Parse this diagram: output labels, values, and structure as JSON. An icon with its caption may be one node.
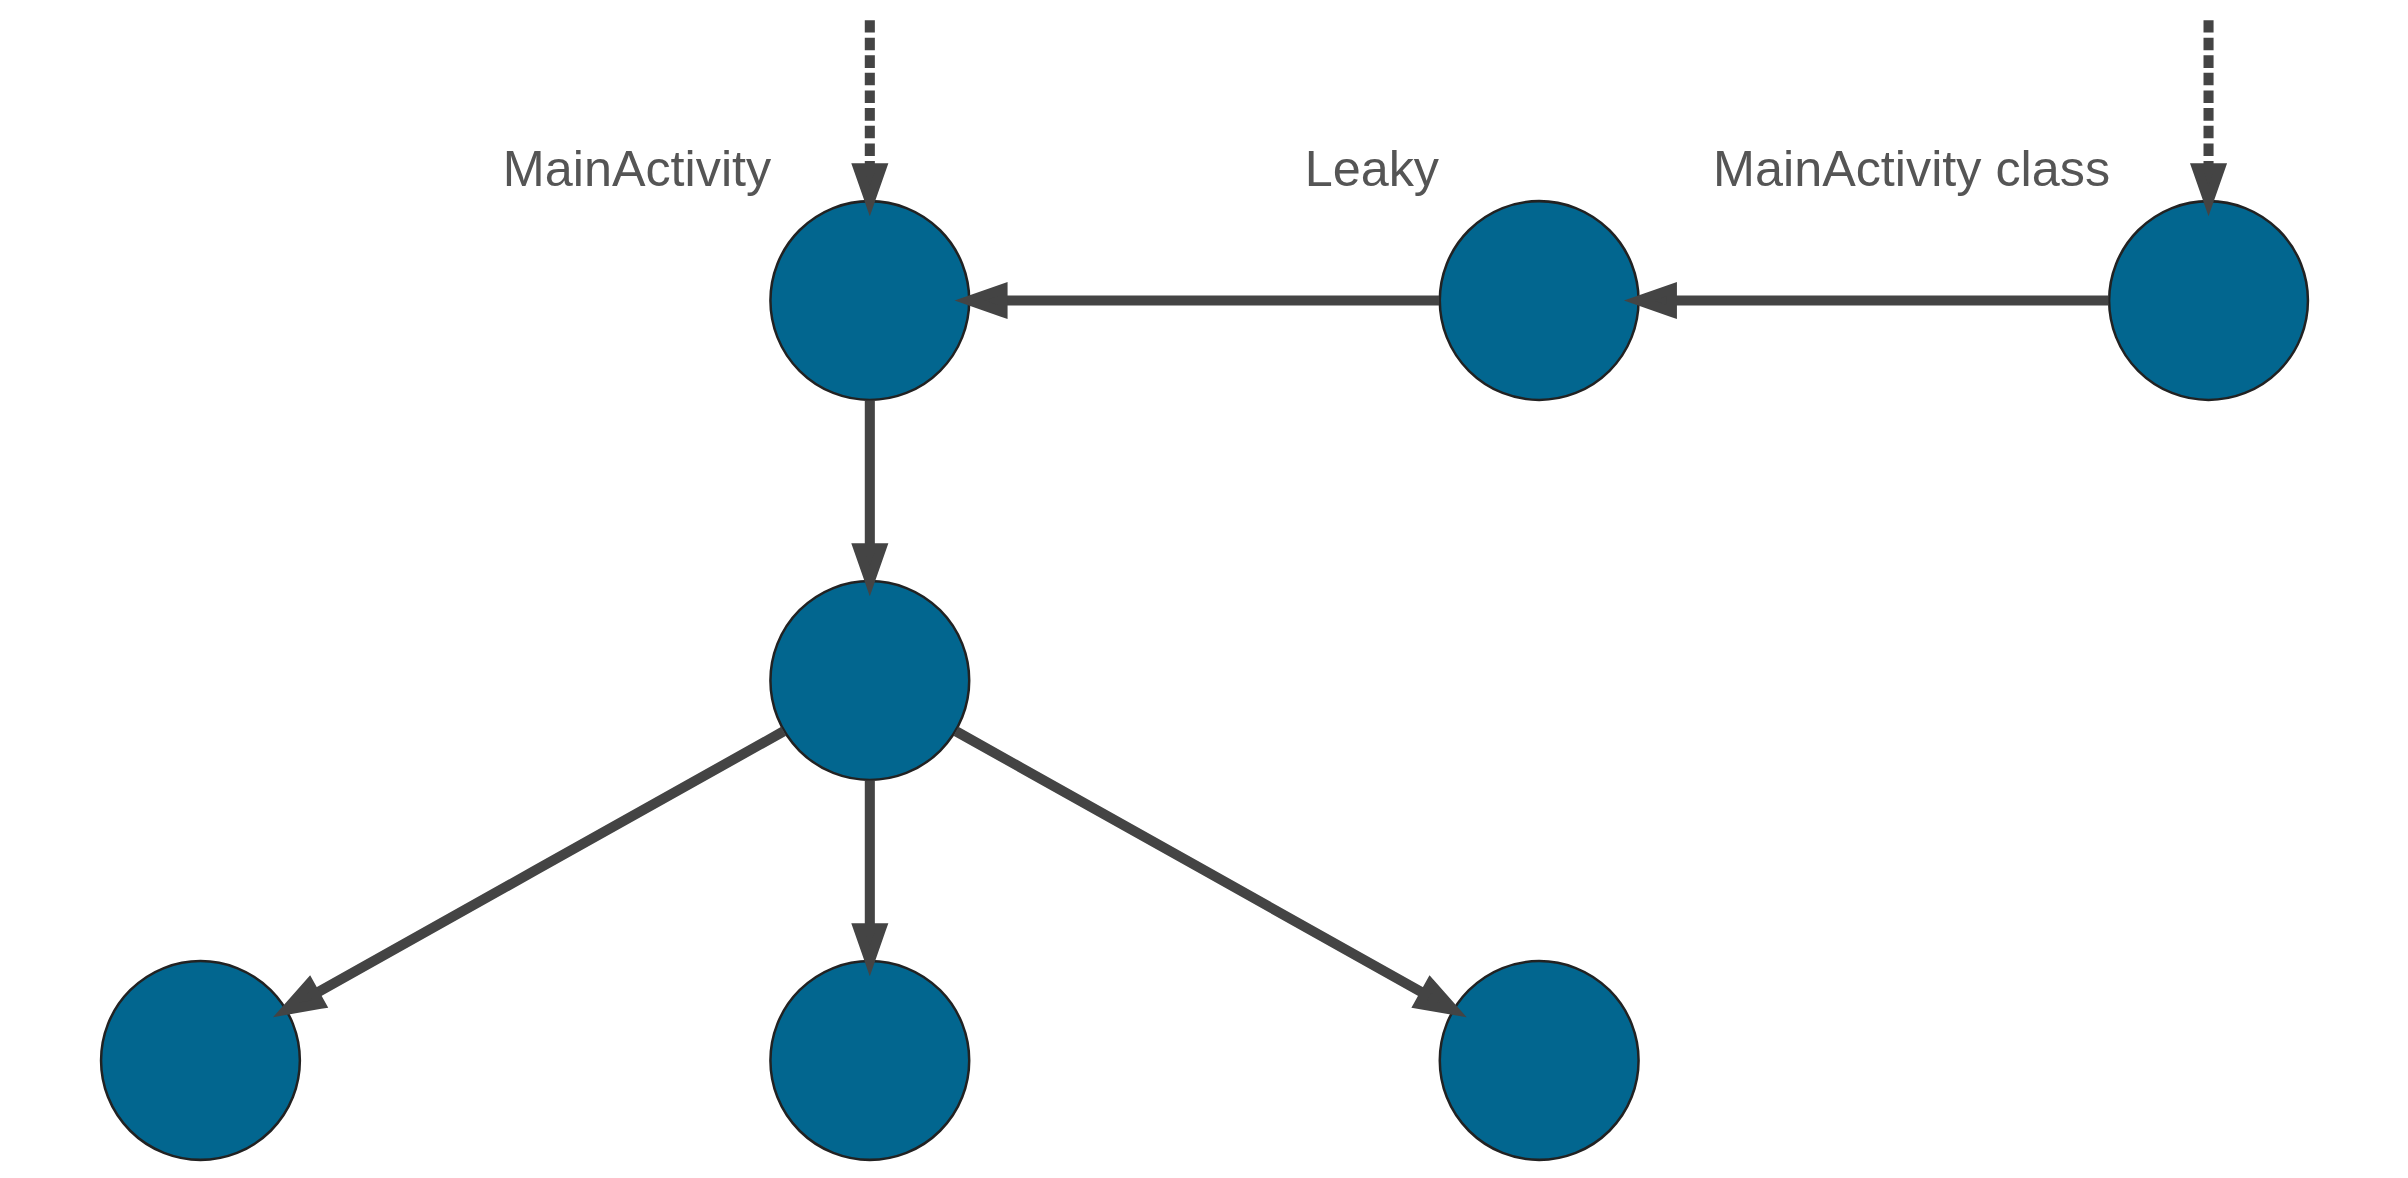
{
  "diagram": {
    "nodes": [
      {
        "text": [],
        "shape": "circle",
        "beside": [
          "MainActivity"
        ]
      },
      {
        "text": [],
        "shape": "circle"
      },
      {
        "text": [],
        "shape": "circle"
      },
      {
        "text": [],
        "shape": "circle"
      },
      {
        "text": [],
        "shape": "circle"
      },
      {
        "text": [],
        "shape": "circle",
        "beside": [
          "Leaky"
        ]
      },
      {
        "text": [],
        "shape": "circle",
        "beside": [
          "MainActivity class"
        ]
      }
    ],
    "edges": [
      {
        "from": null,
        "to": 0,
        "arrow": "to",
        "style": "dashed"
      },
      {
        "from": null,
        "to": 6,
        "arrow": "to",
        "style": "dashed"
      },
      {
        "from": 6,
        "to": 5,
        "arrow": "to"
      },
      {
        "from": 5,
        "to": 0,
        "arrow": "to"
      },
      {
        "from": 0,
        "to": 1,
        "arrow": "to"
      },
      {
        "from": 1,
        "to": 2,
        "arrow": "to"
      },
      {
        "from": 1,
        "to": 3,
        "arrow": "to"
      },
      {
        "from": 1,
        "to": 4,
        "arrow": "to"
      }
    ]
  }
}
